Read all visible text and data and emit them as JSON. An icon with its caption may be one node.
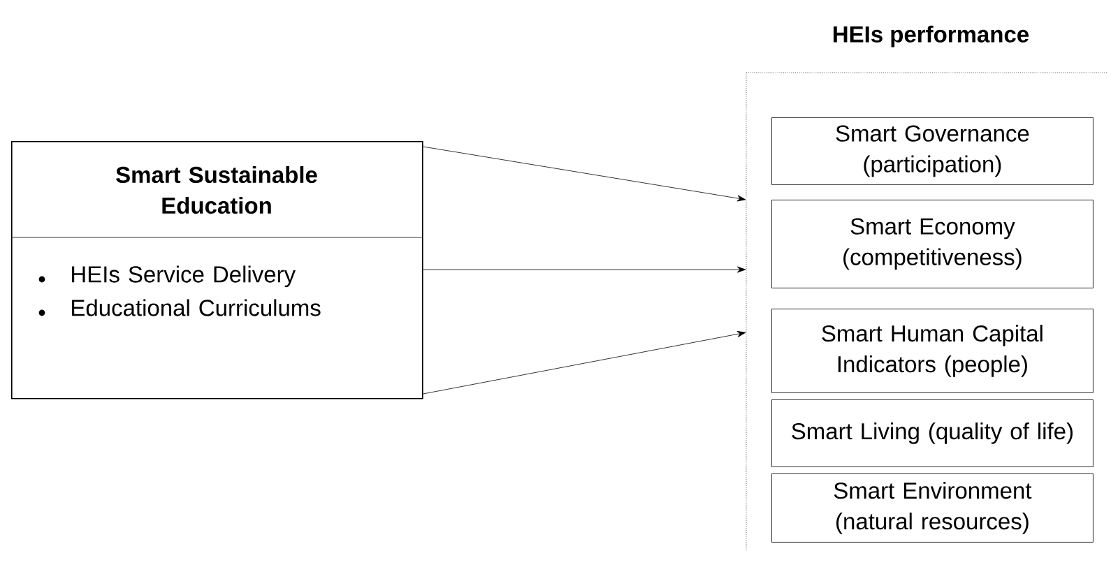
{
  "diagram": {
    "nodes": [
      {
        "text": [
          "Smart Sustainable Education",
          "HEIs Service Delivery",
          "Educational Curriculums"
        ]
      },
      {
        "text": [
          "HEIs performance"
        ]
      },
      {
        "text": [
          "Smart Governance (participation)"
        ],
        "in": 1
      },
      {
        "text": [
          "Smart Economy (competitiveness)"
        ],
        "in": 1
      },
      {
        "text": [
          "Smart Human Capital Indicators (people)"
        ],
        "in": 1
      },
      {
        "text": [
          "Smart Living (quality of life)"
        ],
        "in": 1
      },
      {
        "text": [
          "Smart Environment (natural resources)"
        ],
        "in": 1
      }
    ],
    "edges": [
      {
        "from": 0,
        "to": 1,
        "arrow": "to"
      },
      {
        "from": 0,
        "to": 1,
        "arrow": "to"
      },
      {
        "from": 0,
        "to": 1,
        "arrow": "to"
      }
    ]
  }
}
